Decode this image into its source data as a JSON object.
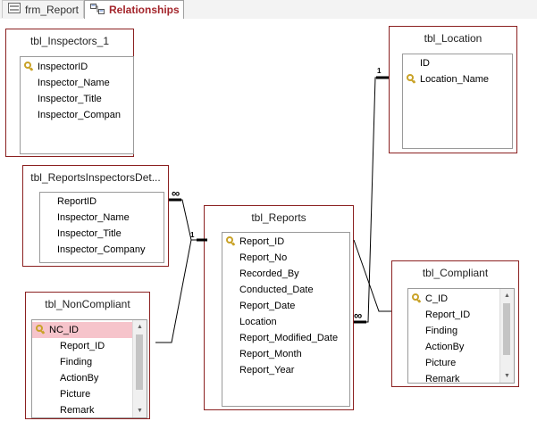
{
  "tabs": [
    {
      "label": "frm_Report",
      "icon": "form-icon"
    },
    {
      "label": "Relationships",
      "icon": "relationships-icon",
      "active": true
    }
  ],
  "tables": {
    "inspectors": {
      "title": "tbl_Inspectors_1",
      "fields": [
        "InspectorID",
        "Inspector_Name",
        "Inspector_Title",
        "Inspector_Compan"
      ],
      "key_index": 0
    },
    "location": {
      "title": "tbl_Location",
      "fields": [
        "ID",
        "Location_Name"
      ],
      "key_index": 1
    },
    "details": {
      "title": "tbl_ReportsInspectorsDet...",
      "fields": [
        "ReportID",
        "Inspector_Name",
        "Inspector_Title",
        "Inspector_Company"
      ]
    },
    "reports": {
      "title": "tbl_Reports",
      "fields": [
        "Report_ID",
        "Report_No",
        "Recorded_By",
        "Conducted_Date",
        "Report_Date",
        "Location",
        "Report_Modified_Date",
        "Report_Month",
        "Report_Year"
      ],
      "key_index": 0
    },
    "noncompliant": {
      "title": "tbl_NonCompliant",
      "fields": [
        "NC_ID",
        "Report_ID",
        "Finding",
        "ActionBy",
        "Picture",
        "Remark"
      ],
      "key_index": 0,
      "selected_index": 0
    },
    "compliant": {
      "title": "tbl_Compliant",
      "fields": [
        "C_ID",
        "Report_ID",
        "Finding",
        "ActionBy",
        "Picture",
        "Remark"
      ],
      "key_index": 0
    }
  },
  "relationship_labels": {
    "one": "1",
    "many": "∞"
  },
  "colors": {
    "table_border": "#8b2020",
    "active_tab_text": "#a4262c",
    "selected_row": "#f6c4cb",
    "key_icon": "#c9a227"
  }
}
